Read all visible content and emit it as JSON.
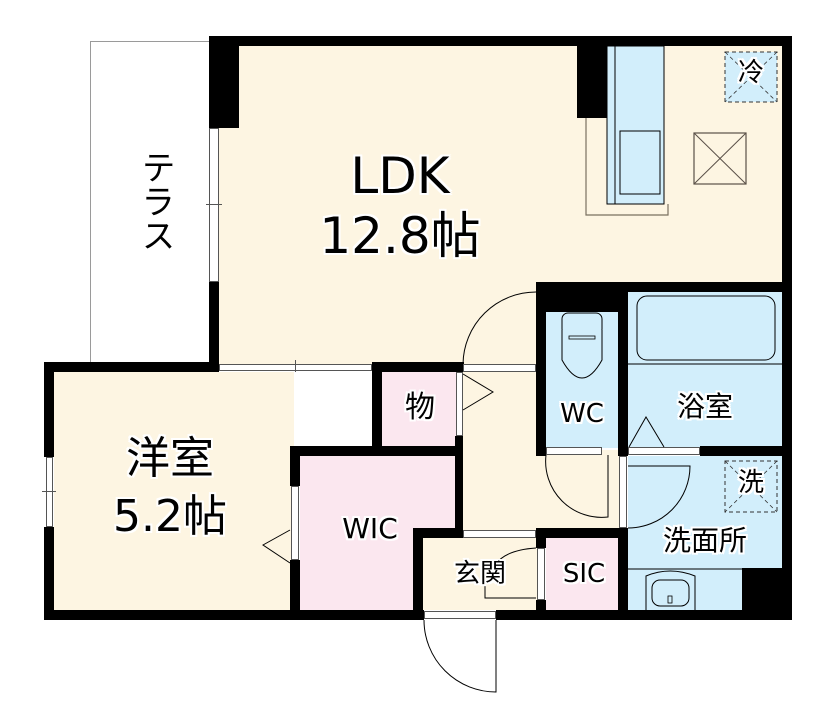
{
  "floorplan": {
    "colors": {
      "living_area": "#fdf5e2",
      "storage": "#fbe7ef",
      "wet_area": "#d2eefb",
      "wall": "#000000"
    },
    "rooms": {
      "terrace": {
        "label": "テラス"
      },
      "ldk": {
        "name": "LDK",
        "size": "12.8帖"
      },
      "western_room": {
        "name": "洋室",
        "size": "5.2帖"
      },
      "storage": {
        "label": "物"
      },
      "wic": {
        "label": "WIC"
      },
      "entrance": {
        "label": "玄関"
      },
      "sic": {
        "label": "SIC"
      },
      "wc": {
        "label": "WC"
      },
      "bathroom": {
        "label": "浴室"
      },
      "washroom": {
        "label": "洗面所"
      }
    },
    "fixtures": {
      "refrigerator": {
        "label": "冷"
      },
      "washing_machine": {
        "label": "洗"
      }
    }
  }
}
